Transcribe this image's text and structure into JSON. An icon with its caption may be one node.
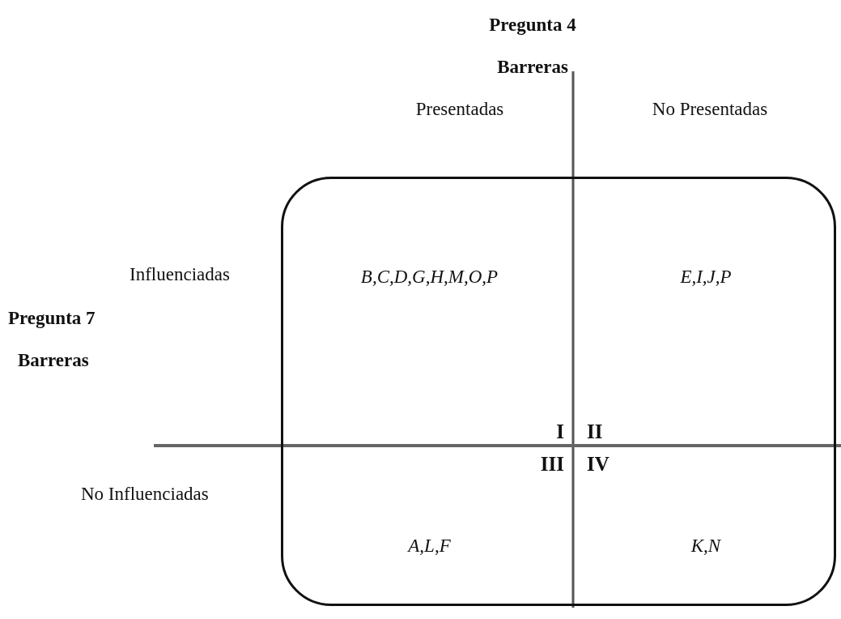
{
  "diagram": {
    "nodes": [
      {
        "text": [],
        "shape": "box"
      },
      {
        "text": [
          "B,C,D,G,H,M,O,P",
          "I"
        ],
        "in": 0
      },
      {
        "text": [
          "E,I,J,P",
          "II"
        ],
        "in": 0
      },
      {
        "text": [
          "A,L,F",
          "III"
        ],
        "in": 0
      },
      {
        "text": [
          "K,N",
          "IV"
        ],
        "in": 0
      }
    ],
    "labels": [
      "Pregunta 4",
      "Barreras",
      "Presentadas",
      "No Presentadas",
      "Influenciadas",
      "Pregunta 7",
      "Barreras",
      "No Influenciadas"
    ]
  }
}
